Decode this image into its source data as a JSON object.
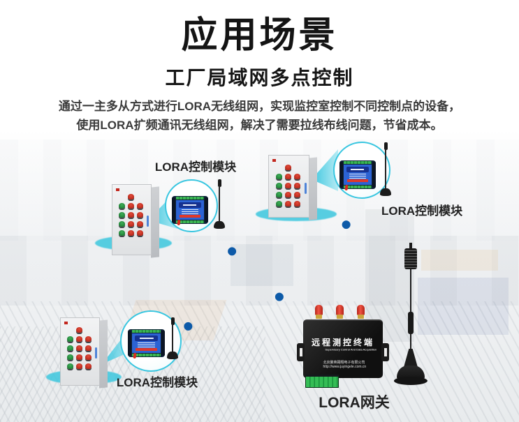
{
  "page": {
    "title": "应用场景",
    "subtitle": "工厂局域网多点控制",
    "description_line1": "通过一主多从方式进行LORA无线组网，实现监控室控制不同控制点的设备，",
    "description_line2": "使用LORA扩频通讯无线组网，解决了需要拉线布线问题，节省成本。"
  },
  "modules": {
    "top_left_label": "LORA控制模块",
    "top_right_label": "LORA控制模块",
    "bottom_left_label": "LORA控制模块"
  },
  "gateway": {
    "label": "LORA网关",
    "panel_title": "远程测控终端",
    "panel_subtitle": "Supervisory Control And Data Acquisition",
    "company": "北京聚英翱翔电子有限公司",
    "website": "http://www.juyingele.com.cn"
  },
  "cabinet": {
    "button_rows": [
      [
        "red"
      ],
      [
        "green",
        "red",
        "red"
      ],
      [
        "green",
        "red",
        "red"
      ],
      [
        "green",
        "red",
        "red"
      ],
      [
        "green",
        "red",
        "red"
      ]
    ]
  },
  "icons": {
    "wifi": "wifi-signal-icon",
    "whip_antenna": "antenna-icon",
    "magnetic_antenna": "magnetic-base-antenna-icon"
  },
  "colors": {
    "accent_cyan": "#3cc7de",
    "wifi_dark": "#0d5aa8",
    "wifi_mid": "#2e7fc4",
    "wifi_light": "#8fc0e2",
    "module_blue": "#2c63d4",
    "module_banner_blue": "#16318f",
    "device_red": "#e0382a",
    "terminal_green": "#34bd55",
    "gateway_black": "#141414",
    "title_color": "#141414"
  }
}
